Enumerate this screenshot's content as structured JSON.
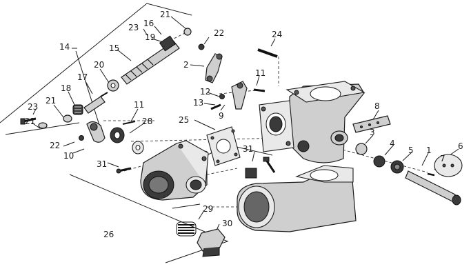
{
  "callouts": [
    {
      "id": "c21a",
      "text": "21"
    },
    {
      "id": "c16",
      "text": "16"
    },
    {
      "id": "c23a",
      "text": "23"
    },
    {
      "id": "c19",
      "text": "19"
    },
    {
      "id": "c22a",
      "text": "22"
    },
    {
      "id": "c24",
      "text": "24"
    },
    {
      "id": "c14",
      "text": "14"
    },
    {
      "id": "c15",
      "text": "15"
    },
    {
      "id": "c2",
      "text": "2"
    },
    {
      "id": "c20",
      "text": "20"
    },
    {
      "id": "c11a",
      "text": "11"
    },
    {
      "id": "c17",
      "text": "17"
    },
    {
      "id": "c18",
      "text": "18"
    },
    {
      "id": "c12",
      "text": "12"
    },
    {
      "id": "c21b",
      "text": "21"
    },
    {
      "id": "c23b",
      "text": "23"
    },
    {
      "id": "c13",
      "text": "13"
    },
    {
      "id": "c11b",
      "text": "11"
    },
    {
      "id": "c9",
      "text": "9"
    },
    {
      "id": "c8",
      "text": "8"
    },
    {
      "id": "c21c",
      "text": "21"
    },
    {
      "id": "c28",
      "text": "28"
    },
    {
      "id": "c25",
      "text": "25"
    },
    {
      "id": "c3",
      "text": "3"
    },
    {
      "id": "c22b",
      "text": "22"
    },
    {
      "id": "c10",
      "text": "10"
    },
    {
      "id": "c4",
      "text": "4"
    },
    {
      "id": "c5",
      "text": "5"
    },
    {
      "id": "c1",
      "text": "1"
    },
    {
      "id": "c6",
      "text": "6"
    },
    {
      "id": "c7",
      "text": "7"
    },
    {
      "id": "c31a",
      "text": "31"
    },
    {
      "id": "c31b",
      "text": "31"
    },
    {
      "id": "c29",
      "text": "29"
    },
    {
      "id": "c30",
      "text": "30"
    },
    {
      "id": "c26",
      "text": "26"
    }
  ]
}
